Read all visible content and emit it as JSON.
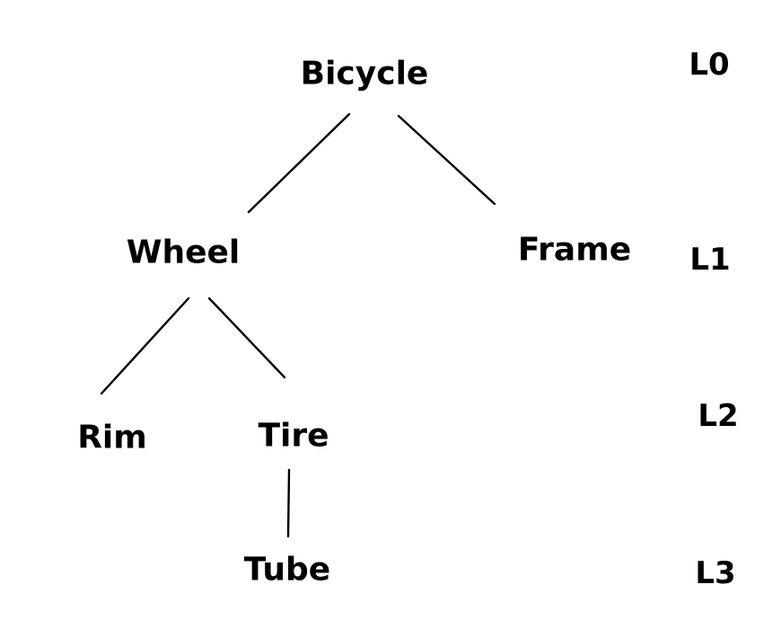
{
  "diagram": {
    "type": "tree",
    "style": "hand-drawn",
    "background_color": "#ffffff",
    "ink_color": "#000000",
    "nodes": [
      {
        "id": "bicycle",
        "label": "Bicycle",
        "level": 0
      },
      {
        "id": "wheel",
        "label": "Wheel",
        "level": 1
      },
      {
        "id": "frame",
        "label": "Frame",
        "level": 1
      },
      {
        "id": "rim",
        "label": "Rim",
        "level": 2
      },
      {
        "id": "tire",
        "label": "Tire",
        "level": 2
      },
      {
        "id": "tube",
        "label": "Tube",
        "level": 3
      }
    ],
    "edges": [
      {
        "from": "Bicycle",
        "to": "Wheel"
      },
      {
        "from": "Bicycle",
        "to": "Frame"
      },
      {
        "from": "Wheel",
        "to": "Rim"
      },
      {
        "from": "Wheel",
        "to": "Tire"
      },
      {
        "from": "Tire",
        "to": "Tube"
      }
    ],
    "level_labels": [
      {
        "label": "L0"
      },
      {
        "label": "L1"
      },
      {
        "label": "L2"
      },
      {
        "label": "L3"
      }
    ]
  }
}
